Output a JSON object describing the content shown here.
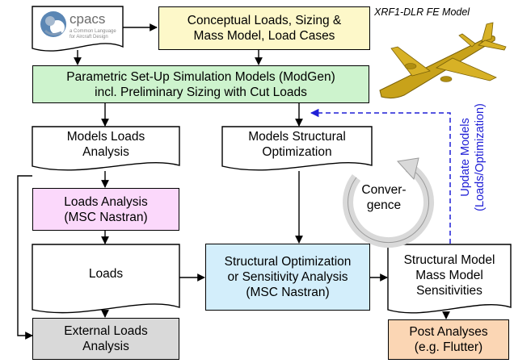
{
  "model_title": "XRF1-DLR FE Model",
  "cpacs_logo": {
    "name": "cpacs",
    "tagline": "a Common Language for Aircraft Design"
  },
  "boxes": {
    "conceptual": [
      "Conceptual Loads, Sizing &",
      "Mass Model, Load Cases"
    ],
    "modgen": [
      "Parametric Set-Up Simulation Models (ModGen)",
      "incl. Preliminary Sizing with Cut Loads"
    ],
    "models_loads": [
      "Models Loads",
      "Analysis"
    ],
    "models_structural": [
      "Models Structural",
      "Optimization"
    ],
    "loads_analysis": [
      "Loads Analysis",
      "(MSC Nastran)"
    ],
    "loads": [
      "Loads"
    ],
    "structural_opt": [
      "Structural Optimization",
      "or Sensitivity Analysis",
      "(MSC Nastran)"
    ],
    "structural_model": [
      "Structural Model",
      "Mass Model",
      "Sensitivities"
    ],
    "external_loads": [
      "External Loads",
      "Analysis"
    ],
    "post_analyses": [
      "Post Analyses",
      "(e.g. Flutter)"
    ]
  },
  "convergence": [
    "Conver-",
    "gence"
  ],
  "update_models": [
    "Update Models",
    "(Loads/Optimization)"
  ],
  "colors": {
    "yellow": "#fdf8c9",
    "green": "#cdf3cd",
    "pink": "#fbd8fb",
    "blue": "#d3eefb",
    "grey": "#d9d9d9",
    "peach": "#fbd6b4",
    "update_arrow": "#1f1fd6",
    "aircraft": "#c8a21a"
  }
}
